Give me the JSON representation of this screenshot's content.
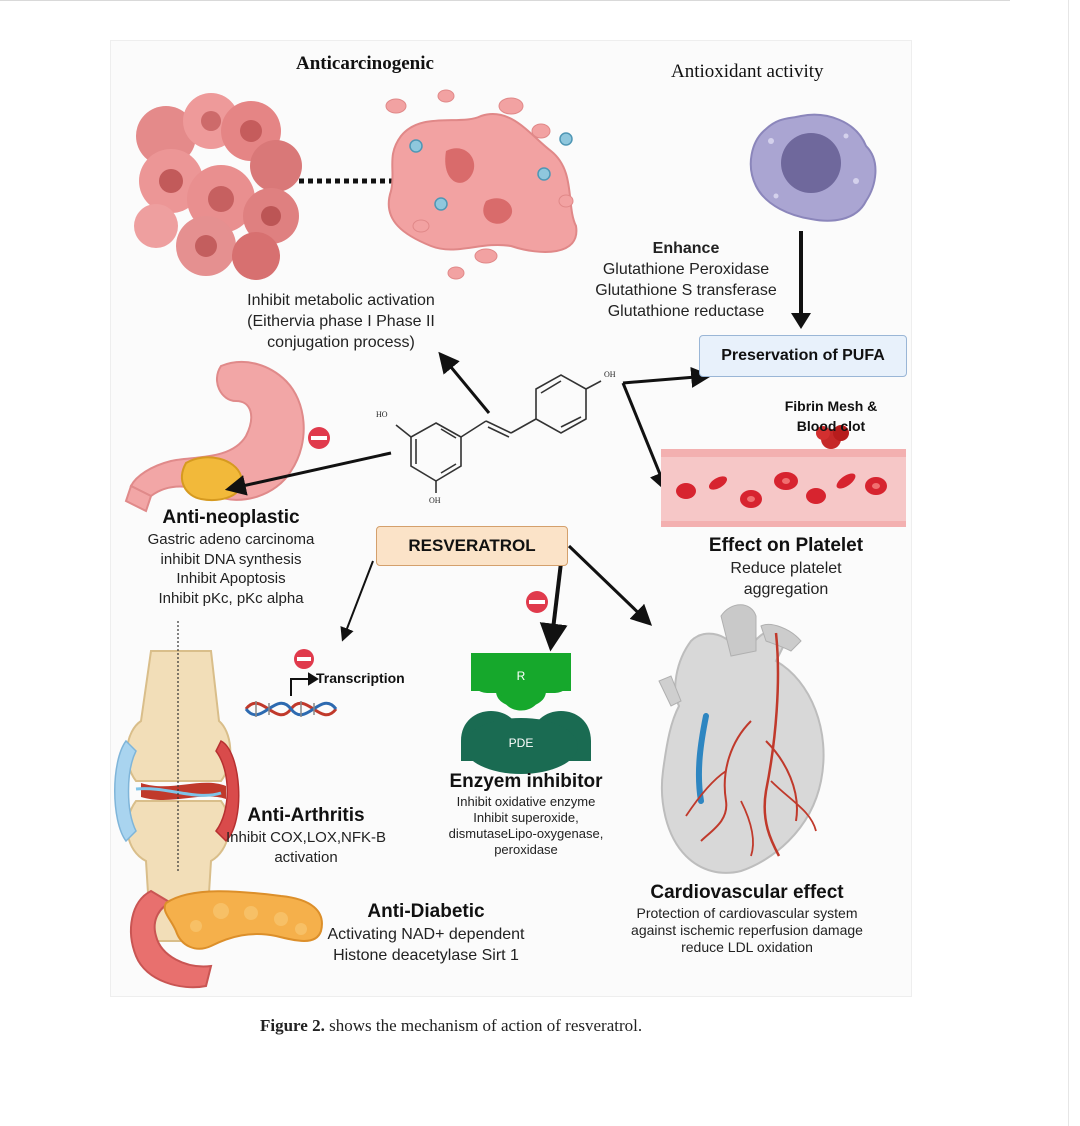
{
  "labels": {
    "anticarcinogenic": "Anticarcinogenic",
    "antioxidant": "Antioxidant activity",
    "enhance": {
      "title": "Enhance",
      "lines": [
        "Glutathione Peroxidase",
        "Glutathione S transferase",
        "Glutathione reductase"
      ]
    },
    "metabolic": [
      "Inhibit metabolic activation",
      "(Eithervia phase I Phase II",
      "conjugation process)"
    ],
    "pufa": "Preservation of PUFA",
    "fibrin": [
      "Fibrin Mesh &",
      "Blood clot"
    ],
    "neoplastic": {
      "title": "Anti-neoplastic",
      "lines": [
        "Gastric adeno carcinoma",
        "inhibit DNA synthesis",
        "Inhibit Apoptosis",
        "Inhibit pKc, pKc alpha"
      ]
    },
    "resveratrol": "RESVERATROL",
    "platelet": {
      "title": "Effect on Platelet",
      "lines": [
        "Reduce platelet",
        "aggregation"
      ]
    },
    "transcription": "Transcription",
    "receptor": "R",
    "pde": "PDE",
    "enzyme": {
      "title": "Enzyem inhibitor",
      "lines": [
        "Inhibit oxidative enzyme",
        "Inhibit superoxide,",
        "dismutaseLipo-oxygenase,",
        "peroxidase"
      ]
    },
    "arthritis": {
      "title": "Anti-Arthritis",
      "lines": [
        "Inhibit COX,LOX,NFK-B",
        "activation"
      ]
    },
    "diabetic": {
      "title": "Anti-Diabetic",
      "lines": [
        "Activating NAD+ dependent",
        "Histone deacetylase Sirt 1"
      ]
    },
    "cardio": {
      "title": "Cardiovascular effect",
      "lines": [
        "Protection of cardiovascular system",
        "against ischemic reperfusion damage",
        "reduce LDL oxidation"
      ]
    },
    "molecule": {
      "ho": "HO",
      "oh_top": "OH",
      "oh_bottom": "OH"
    }
  },
  "caption": {
    "bold": "Figure 2.",
    "text": " shows the mechanism of action of resveratrol."
  },
  "colors": {
    "box_resveratrol_bg": "#fbe3c8",
    "box_resveratrol_border": "#d4a06c",
    "box_pufa_bg": "#e8f1fb",
    "box_pufa_border": "#9ab6d6",
    "inhibit_red": "#e03a4c",
    "receptor_green": "#16a82c",
    "pde_teal": "#1a6b52"
  }
}
